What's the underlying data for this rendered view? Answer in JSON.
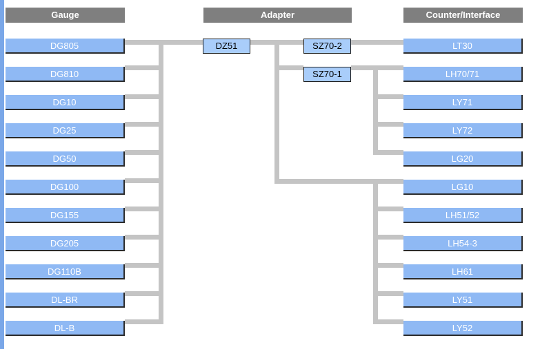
{
  "headers": {
    "gauge": "Gauge",
    "adapter": "Adapter",
    "counter": "Counter/Interface"
  },
  "gauges": [
    "DG805",
    "DG810",
    "DG10",
    "DG25",
    "DG50",
    "DG100",
    "DG155",
    "DG205",
    "DG110B",
    "DL-BR",
    "DL-B"
  ],
  "adapters": [
    "DZ51",
    "SZ70-2",
    "SZ70-1"
  ],
  "counters": [
    "LT30",
    "LH70/71",
    "LY71",
    "LY72",
    "LG20",
    "LG10",
    "LH51/52",
    "LH54-3",
    "LH61",
    "LY51",
    "LY52"
  ],
  "colors": {
    "header_bg": "#7f7f7f",
    "node_bg": "#8fb9f4",
    "adapter_bg": "#a9cdfa",
    "connector": "#c4c4c4",
    "left_stripe": "#7aa7e8"
  }
}
